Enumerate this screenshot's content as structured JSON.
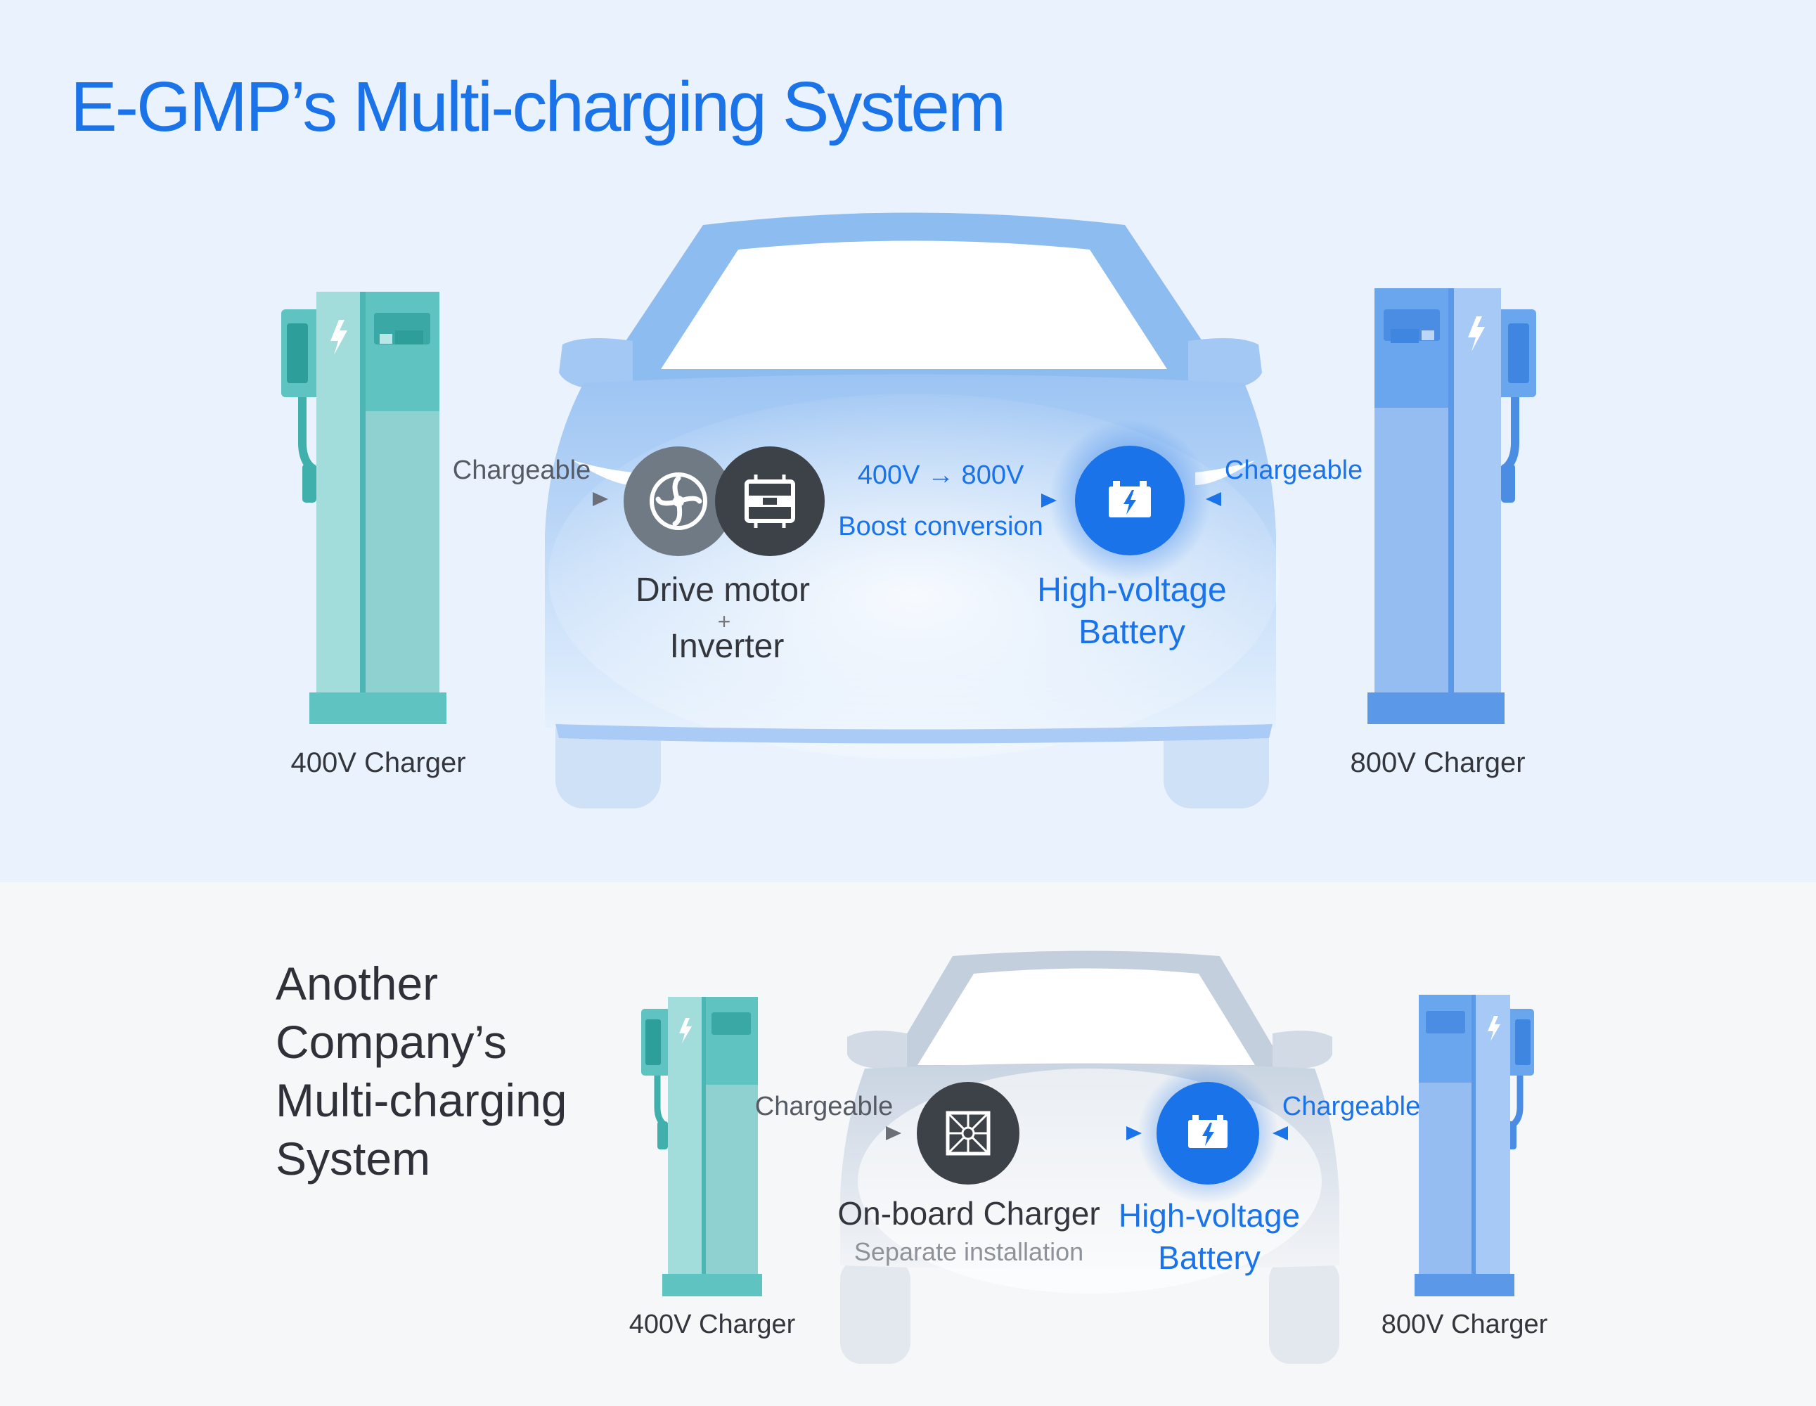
{
  "title": "E-GMP’s Multi-charging System",
  "egmp": {
    "left_charger": "400V Charger",
    "right_charger": "800V Charger",
    "left_chargeable": "Chargeable",
    "right_chargeable": "Chargeable",
    "boost_top": "400V → 800V",
    "boost_bottom": "Boost conversion",
    "motor_line1": "Drive motor",
    "motor_plus": "+",
    "motor_line2": "Inverter",
    "battery_line1": "High-voltage",
    "battery_line2": "Battery"
  },
  "other": {
    "title_lines": [
      "Another",
      "Company’s",
      "Multi-charging",
      "System"
    ],
    "left_charger": "400V Charger",
    "right_charger": "800V Charger",
    "left_chargeable": "Chargeable",
    "right_chargeable": "Chargeable",
    "obc_line1": "On-board Charger",
    "obc_line2": "Separate installation",
    "battery_line1": "High-voltage",
    "battery_line2": "Battery"
  },
  "colors": {
    "accent": "#1a73e8",
    "teal": "#5fc3c1",
    "blue_charger": "#6aa6ee",
    "dark_node": "#3d4148",
    "grey_node": "#6f7a85"
  }
}
